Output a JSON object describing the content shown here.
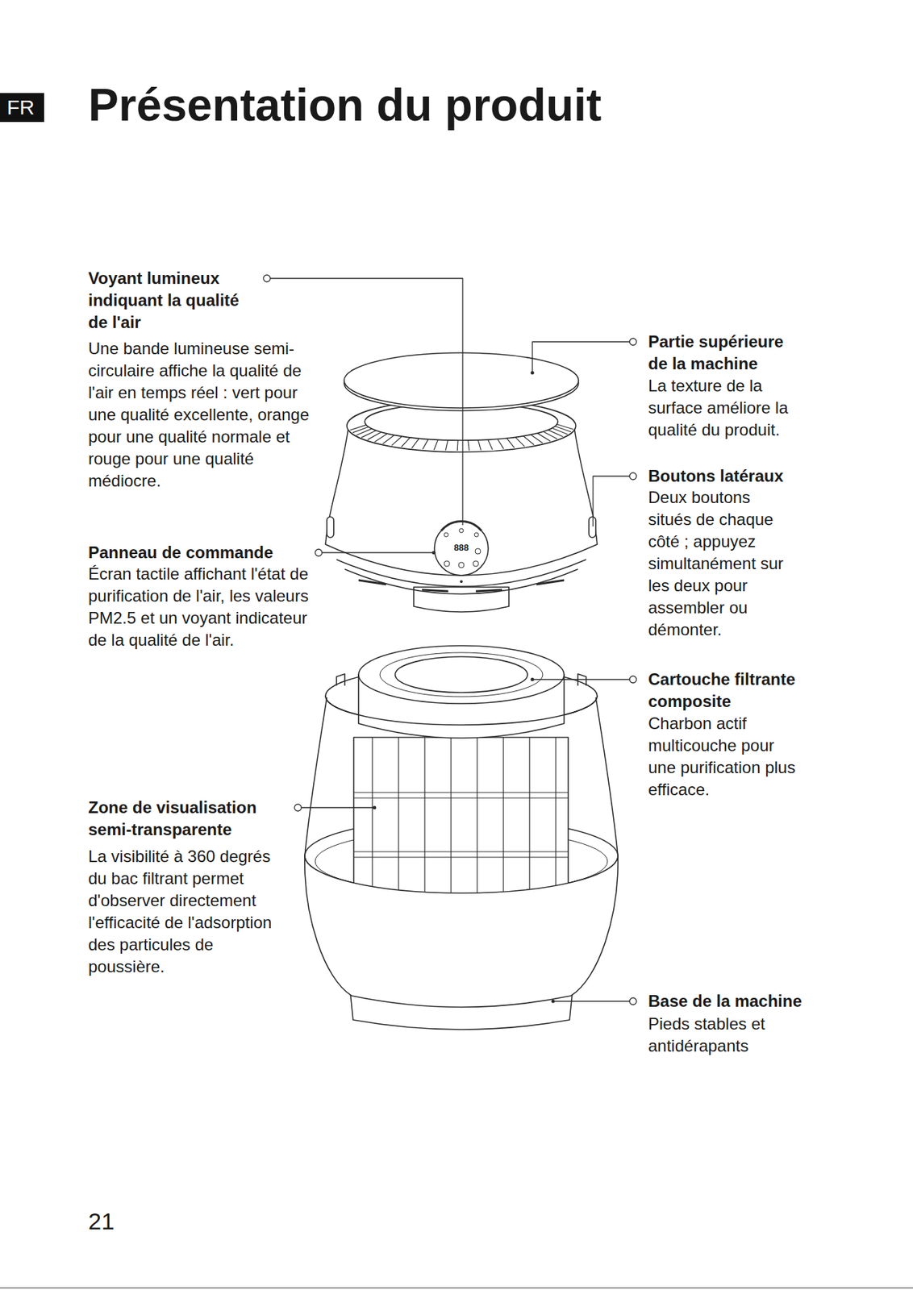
{
  "diagram": {
    "title": "Présentation du produit",
    "nodes": [
      {
        "text": [
          "FR"
        ]
      }
    ],
    "labels": [
      "Voyant lumineux indiquant la qualité de l'air",
      "Une bande lumineuse semi-circulaire affiche la qualité de l'air en temps réel : vert pour une qualité excellente, orange pour une qualité normale et rouge pour une qualité médiocre.",
      "Partie supérieure de la machine",
      "La texture de la surface améliore la qualité du produit.",
      "Boutons latéraux",
      "Deux boutons situés de chaque côté ; appuyez simultanément sur les deux pour assembler ou démonter.",
      "888",
      "Panneau de commande",
      "Écran tactile affichant l'état de purification de l'air, les valeurs PM2.5 et un voyant indicateur de la qualité de l'air.",
      "Cartouche filtrante composite",
      "Charbon actif multicouche pour une purification plus efficace.",
      "Zone de visualisation semi-transparente",
      "La visibilité à 360 degrés du bac filtrant permet d'observer directement l'efficacité de l'adsorption des particules de poussière.",
      "Base de la machine",
      "Pieds stables et antidérapants",
      "21"
    ]
  }
}
